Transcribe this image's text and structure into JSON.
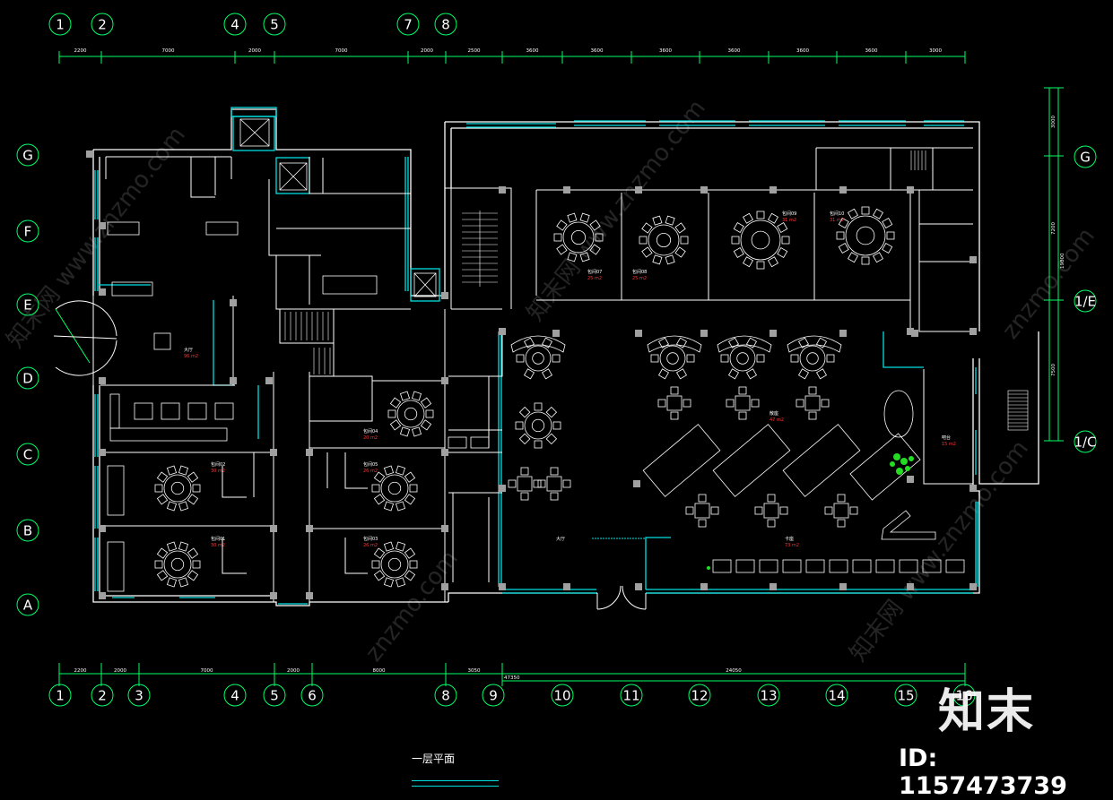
{
  "drawing_title": "一层平面",
  "watermark": {
    "logo_text": "知末",
    "id_text": "ID: 1157473739",
    "diagonal_texts": [
      "知末网 www.znzmo.com",
      "znzmo.com"
    ]
  },
  "axes": {
    "top_grid_labels": [
      "1",
      "2",
      "4",
      "5",
      "7",
      "8"
    ],
    "bottom_grid_labels": [
      "1",
      "2",
      "3",
      "4",
      "5",
      "6",
      "8",
      "9",
      "10",
      "11",
      "12",
      "13",
      "14",
      "15",
      "16"
    ],
    "left_grid_labels": [
      "G",
      "F",
      "E",
      "D",
      "C",
      "B",
      "A"
    ],
    "right_grid_labels": [
      "G",
      "1/E",
      "1/C"
    ]
  },
  "dimensions": {
    "top": [
      "2200",
      "7000",
      "2000",
      "7000",
      "2000",
      "2500",
      "3600",
      "3600",
      "3600",
      "3600",
      "3600",
      "3600",
      "3000"
    ],
    "bottom": [
      "2200",
      "2000",
      "7000",
      "2000",
      "8000",
      "3050",
      "24050"
    ],
    "bottom_total": "47350",
    "right": [
      "3000",
      "7200",
      "7500",
      "19800"
    ]
  },
  "rooms": [
    {
      "label": "大厅",
      "area": "96 m2"
    },
    {
      "label": "包间07",
      "area": "25 m2"
    },
    {
      "label": "包间08",
      "area": "25 m2"
    },
    {
      "label": "包间09",
      "area": "31 m2"
    },
    {
      "label": "包间10",
      "area": "31 m2"
    },
    {
      "label": "包间04",
      "area": "20 m2"
    },
    {
      "label": "包间01",
      "area": "30 m2"
    },
    {
      "label": "包间02",
      "area": "30 m2"
    },
    {
      "label": "包间05",
      "area": "26 m2"
    },
    {
      "label": "包间03",
      "area": "26 m2"
    },
    {
      "label": "散座",
      "area": "47 m2"
    },
    {
      "label": "卡座",
      "area": "73 m2"
    },
    {
      "label": "吧台",
      "area": "15 m2"
    },
    {
      "label": "大厅",
      "area": ""
    }
  ],
  "colors": {
    "background": "#000000",
    "wall": "#ffffff",
    "window": "#00e0e0",
    "column": "#a0a0a0",
    "axis_circle": "#00ff66",
    "dim_line": "#00ff66",
    "area_text": "#ff3333",
    "plant": "#22dd22"
  }
}
